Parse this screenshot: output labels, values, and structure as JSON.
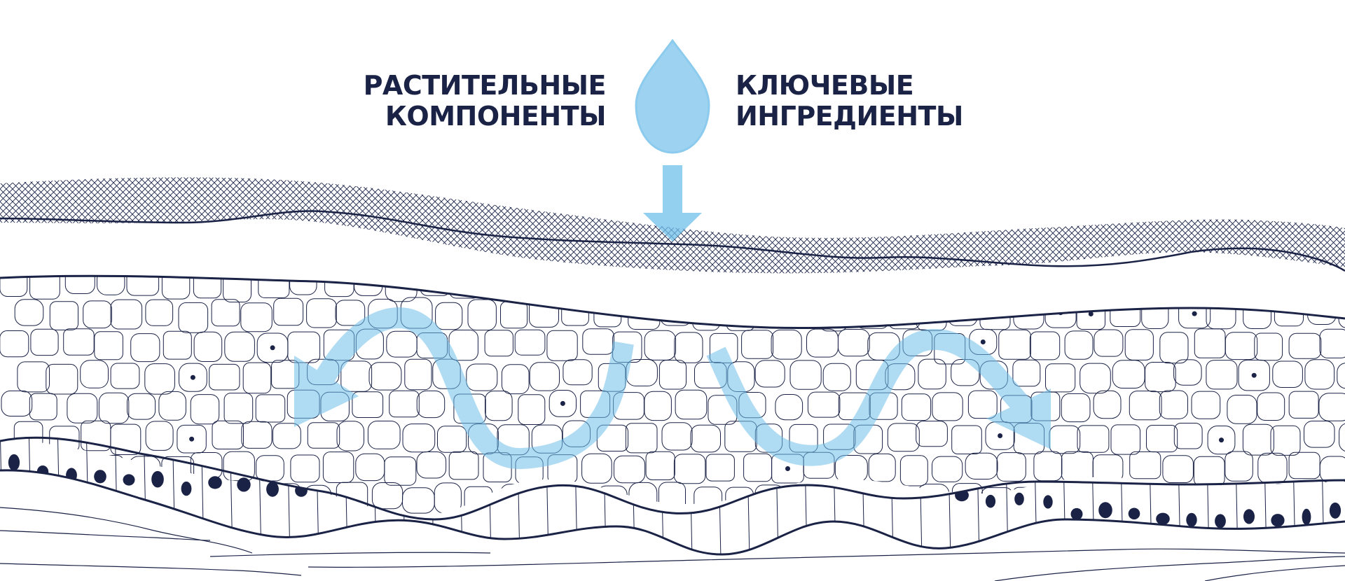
{
  "left_label": {
    "line1": "РАСТИТЕЛЬНЫЕ",
    "line2": "КОМПОНЕНТЫ"
  },
  "right_label": {
    "line1": "КЛЮЧЕВЫЕ",
    "line2": "ИНГРЕДИЕНТЫ"
  },
  "colors": {
    "text": "#1a2246",
    "line": "#1a2246",
    "drop": "#9dd3f0",
    "drop_stroke": "#8ccbee",
    "arrow": "#6fbfea",
    "nucleus": "#1a2246"
  },
  "icons": {
    "drop": "water-drop-icon",
    "down_arrow": "down-arrow-icon",
    "wave_arrows": "wave-arrow-icon"
  }
}
